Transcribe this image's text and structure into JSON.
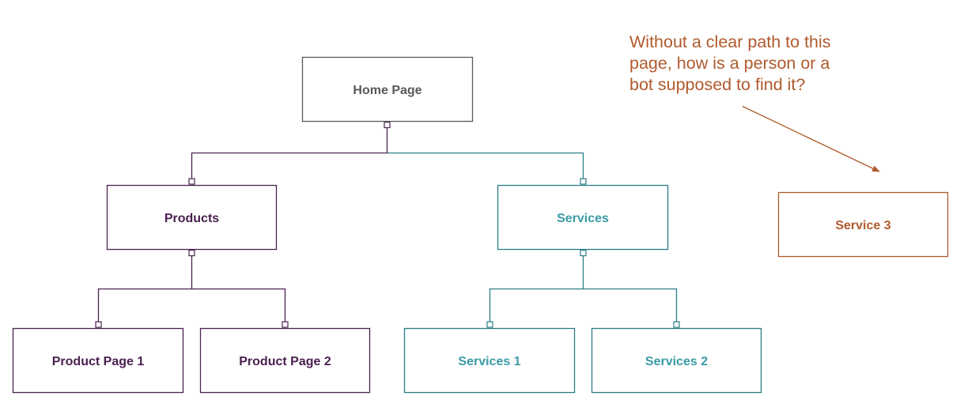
{
  "colors": {
    "home": "#595959",
    "products": "#4a2150",
    "services": "#3a9ba6",
    "services_line": "#2a7d86",
    "orphan": "#b05a2c",
    "background": "#ffffff"
  },
  "nodes": {
    "home": "Home Page",
    "products": "Products",
    "services": "Services",
    "product_page_1": "Product Page 1",
    "product_page_2": "Product Page 2",
    "services_1": "Services 1",
    "services_2": "Services 2",
    "service_3": "Service 3"
  },
  "annotation": {
    "lines": [
      "Without a clear path to this",
      "page, how is a person or a",
      "bot supposed to find it?"
    ]
  }
}
